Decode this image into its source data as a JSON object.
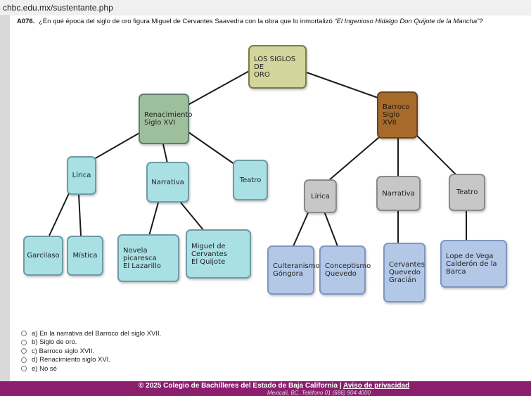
{
  "browser": {
    "url": "chbc.edu.mx/sustentante.php"
  },
  "question": {
    "number": "A076.",
    "text": "¿En qué época del siglo de oro figura Miguel de Cervantes Saavedra con la obra que lo inmortalizó",
    "work": "“El Ingenioso Hidalgo Don Quijote de la Mancha”?"
  },
  "tree": {
    "root": [
      "LOS SIGLOS DE",
      "ORO"
    ],
    "renacimiento": [
      "Renacimiento",
      "Siglo XVI"
    ],
    "barroco": [
      "Barroco",
      "Siglo XVII"
    ],
    "ren_lirica": "Lírica",
    "ren_narrativa": "Narrativa",
    "ren_teatro": "Teatro",
    "bar_lirica": "Lírica",
    "bar_narrativa": "Narrativa",
    "bar_teatro": "Teatro",
    "garcilaso": "Garcilaso",
    "mistica": "Mística",
    "novela": [
      "Novela picaresca",
      "El Lazarillo"
    ],
    "cervantes_quijote": [
      "Miguel de Cervantes",
      "El Quijote"
    ],
    "culteranismo": [
      "Culteranismo",
      "Góngora"
    ],
    "conceptismo": [
      "Conceptismo",
      "Quevedo"
    ],
    "bar_autores": [
      "Cervantes",
      "Quevedo",
      "Gracián"
    ],
    "teatro_autores": [
      "Lope de Vega",
      "Calderón de la Barca"
    ]
  },
  "options": [
    "a) En la narrativa del Barroco del siglo XVII.",
    "b) Siglo de oro.",
    "c) Barroco siglo XVII.",
    "d) Renacimiento siglo XVI.",
    "e) No sé"
  ],
  "footer": {
    "copyright": "© 2025 Colegio de Bachilleres del Estado de Baja California |",
    "privacy_link": "Aviso de privacidad",
    "contact": "Mexicali, BC. Teléfono 01 (686) 904 4000"
  },
  "colors": {
    "footer_bg": "#8b1f6e",
    "node_teal": "#a9e0e4",
    "node_root": "#d3d59d",
    "node_green": "#9ebf9c",
    "node_brown": "#a66a2a",
    "node_grey": "#c7c7c7",
    "node_blue": "#b3c8e7"
  }
}
